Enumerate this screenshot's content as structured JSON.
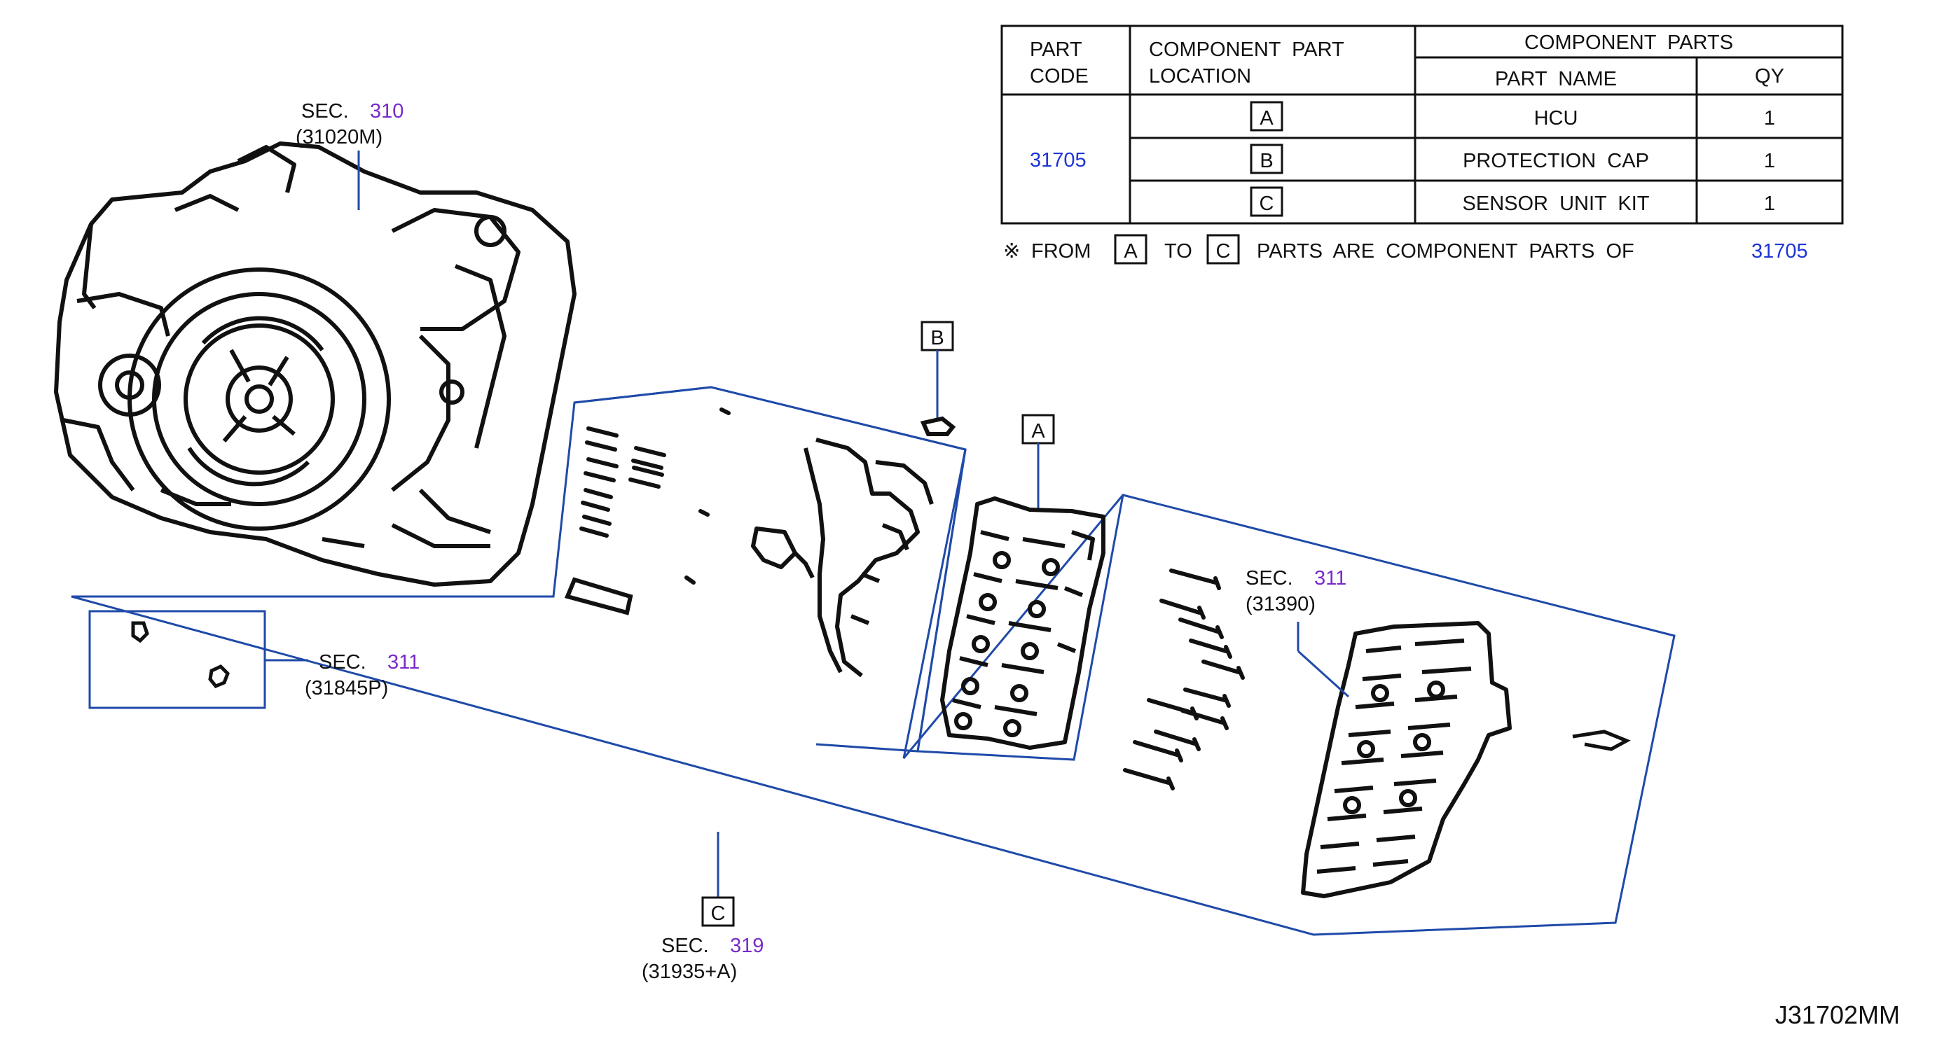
{
  "table": {
    "header_part_code": [
      "PART",
      "CODE"
    ],
    "header_location": [
      "COMPONENT  PART",
      "LOCATION"
    ],
    "header_component_parts": "COMPONENT  PARTS",
    "header_part_name": "PART  NAME",
    "header_qy": "QY",
    "part_code": "31705",
    "rows": [
      {
        "location": "A",
        "name": "HCU",
        "qy": "1"
      },
      {
        "location": "B",
        "name": "PROTECTION  CAP",
        "qy": "1"
      },
      {
        "location": "C",
        "name": "SENSOR  UNIT  KIT",
        "qy": "1"
      }
    ]
  },
  "note": {
    "symbol": "※",
    "from": "FROM",
    "box_from": "A",
    "to": "TO",
    "box_to": "C",
    "text": "PARTS  ARE  COMPONENT  PARTS  OF",
    "code": "31705"
  },
  "callouts": {
    "sec310": {
      "prefix": "SEC.",
      "num": "310",
      "part": "(31020M)"
    },
    "sec311_left": {
      "prefix": "SEC.",
      "num": "311",
      "part": "(31845P)"
    },
    "sec311_right": {
      "prefix": "SEC.",
      "num": "311",
      "part": "(31390)"
    },
    "sec319": {
      "prefix": "SEC.",
      "num": "319",
      "part": "(31935+A)"
    }
  },
  "markers": {
    "a": "A",
    "b": "B",
    "c": "C"
  },
  "diagram_code": "J31702MM",
  "colors": {
    "leader": "#1f4aa8",
    "sec_number": "#7a2bc9",
    "part_code": "#1e35d8",
    "line": "#111111"
  }
}
